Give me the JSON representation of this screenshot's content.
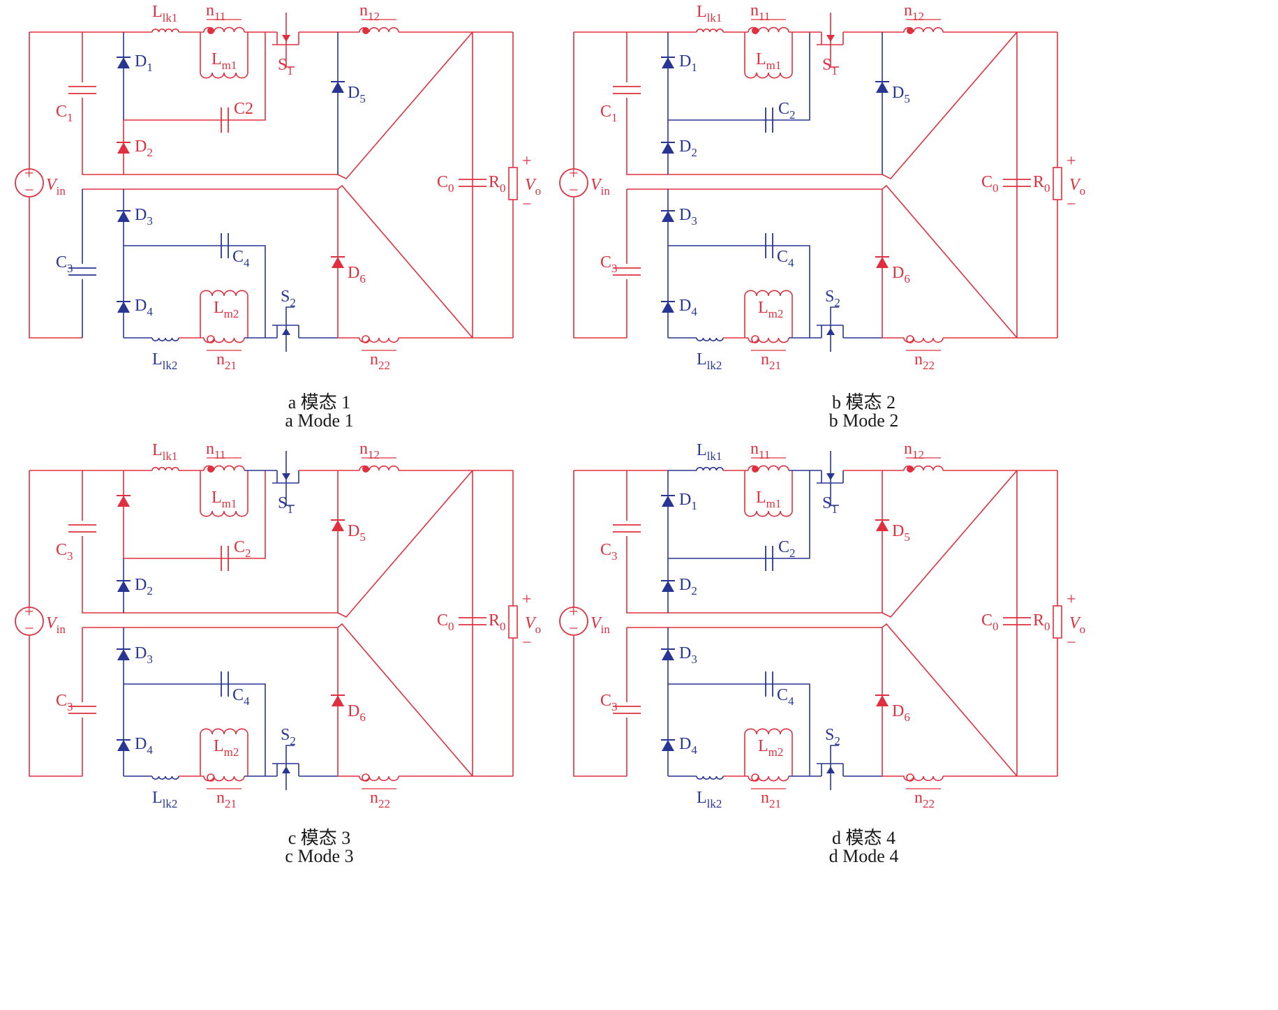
{
  "colors": {
    "active": "#e0303f",
    "inactive": "#283593"
  },
  "labels": {
    "Llk1": [
      "L",
      "lk1"
    ],
    "Llk2": [
      "L",
      "lk2"
    ],
    "n11": [
      "n",
      "11"
    ],
    "n12": [
      "n",
      "12"
    ],
    "n21": [
      "n",
      "21"
    ],
    "n22": [
      "n",
      "22"
    ],
    "Lm1": [
      "L",
      "m1"
    ],
    "Lm2": [
      "L",
      "m2"
    ],
    "S1": [
      "S",
      "1"
    ],
    "S2": [
      "S",
      "2"
    ],
    "D1": [
      "D",
      "1"
    ],
    "D2": [
      "D",
      "2"
    ],
    "D3": [
      "D",
      "3"
    ],
    "D4": [
      "D",
      "4"
    ],
    "D5": [
      "D",
      "5"
    ],
    "D6": [
      "D",
      "6"
    ],
    "C1": [
      "C",
      "1"
    ],
    "C2": [
      "C",
      "2"
    ],
    "C2plain": [
      "C2",
      ""
    ],
    "C3": [
      "C",
      "3"
    ],
    "C4": [
      "C",
      "4"
    ],
    "C0": [
      "C",
      "0"
    ],
    "R0": [
      "R",
      "0"
    ],
    "Vin": [
      "V",
      "in"
    ],
    "Vo": [
      "V",
      "o"
    ],
    "plus": "+",
    "minus": "−"
  },
  "panels": [
    {
      "caption_zh": "a  模态 1",
      "caption_en": "a  Mode 1",
      "c1_label": "C1",
      "c2_label": "C2plain",
      "d1_label": true,
      "states": {
        "outer": "r",
        "Llk1": "r",
        "n11": "r",
        "Lm1": "r",
        "S1": "r",
        "n12": "r",
        "D1": "b",
        "D2": "r",
        "upperMid": "r",
        "upperBottom": "r",
        "c2wire": "r",
        "D5": "b",
        "upperSep": "r",
        "lowerLeft": "b",
        "D3": "b",
        "D4": "b",
        "c4wire": "b",
        "Llk2": "b",
        "n21": "r",
        "Lm2": "r",
        "S2": "b",
        "D6": "r",
        "n22": "r",
        "lowerSep": "r",
        "lowerBus": "r",
        "diag": "r",
        "output": "r"
      }
    },
    {
      "caption_zh": "b  模态 2",
      "caption_en": "b  Mode 2",
      "c1_label": "C1",
      "c2_label": "C2",
      "d1_label": true,
      "states": {
        "outer": "r",
        "Llk1": "r",
        "n11": "r",
        "Lm1": "r",
        "S1": "r",
        "n12": "r",
        "D1": "b",
        "D2": "b",
        "upperMid": "r",
        "upperBottom": "r",
        "c2wire": "b",
        "D5": "b",
        "upperSep": "r",
        "lowerLeft": "r",
        "D3": "b",
        "D4": "b",
        "c4wire": "b",
        "Llk2": "b",
        "n21": "r",
        "Lm2": "r",
        "S2": "b",
        "D6": "r",
        "n22": "r",
        "lowerSep": "r",
        "lowerBus": "r",
        "diag": "r",
        "output": "r"
      }
    },
    {
      "caption_zh": "c  模态 3",
      "caption_en": "c  Mode 3",
      "c1_label": "C3",
      "c2_label": "C2",
      "d1_label": false,
      "states": {
        "outer": "r",
        "Llk1": "r",
        "n11": "r",
        "Lm1": "r",
        "S1": "b",
        "n12": "r",
        "D1": "r",
        "D2": "b",
        "upperMid": "r",
        "upperBottom": "r",
        "c2wire": "r",
        "D5": "r",
        "upperSep": "r",
        "lowerLeft": "r",
        "D3": "b",
        "D4": "b",
        "c4wire": "b",
        "Llk2": "b",
        "n21": "r",
        "Lm2": "r",
        "S2": "b",
        "D6": "r",
        "n22": "r",
        "lowerSep": "r",
        "lowerBus": "r",
        "diag": "r",
        "output": "r"
      }
    },
    {
      "caption_zh": "d  模态 4",
      "caption_en": "d  Mode 4",
      "c1_label": "C3",
      "c2_label": "C2",
      "d1_label": true,
      "states": {
        "outer": "r",
        "Llk1": "b",
        "n11": "r",
        "Lm1": "r",
        "S1": "b",
        "n12": "r",
        "D1": "b",
        "D2": "b",
        "upperMid": "r",
        "upperBottom": "r",
        "c2wire": "b",
        "D5": "r",
        "upperSep": "r",
        "lowerLeft": "r",
        "D3": "b",
        "D4": "b",
        "c4wire": "b",
        "Llk2": "b",
        "n21": "r",
        "Lm2": "r",
        "S2": "b",
        "D6": "r",
        "n22": "r",
        "lowerSep": "r",
        "lowerBus": "r",
        "diag": "r",
        "output": "r"
      }
    }
  ]
}
